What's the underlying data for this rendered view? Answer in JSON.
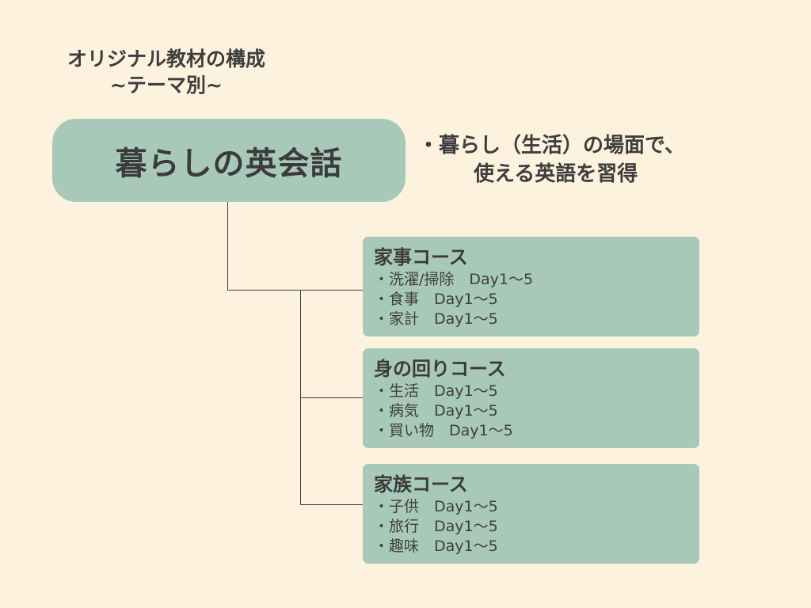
{
  "header": {
    "title_line1": "オリジナル教材の構成",
    "title_line2": "~テーマ別~"
  },
  "main": {
    "label": "暮らしの英会話",
    "goal_line1": "・暮らし（生活）の場面で、",
    "goal_line2": "使える英語を習得"
  },
  "courses": [
    {
      "title": "家事コース",
      "items": [
        "・洗濯/掃除　Day1〜5",
        "・食事　Day1〜5",
        "・家計　Day1〜5"
      ]
    },
    {
      "title": "身の回りコース",
      "items": [
        "・生活　Day1〜5",
        "・病気　Day1〜5",
        "・買い物　Day1〜5"
      ]
    },
    {
      "title": "家族コース",
      "items": [
        "・子供　Day1〜5",
        "・旅行　Day1〜5",
        "・趣味　Day1〜5"
      ]
    }
  ],
  "colors": {
    "background": "#fdf2de",
    "box_fill": "#a8c9b9",
    "text": "#3e3e3e",
    "connector": "#3e3e3e"
  }
}
